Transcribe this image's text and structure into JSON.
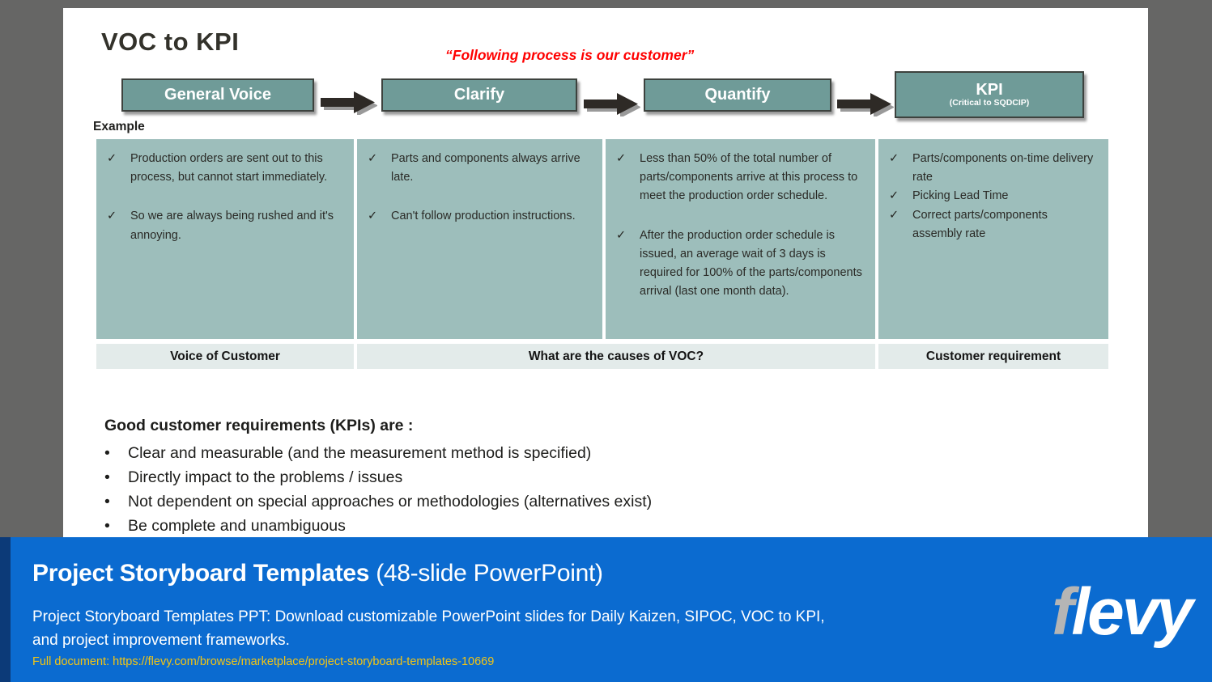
{
  "icons": {
    "check": "✓",
    "bullet": "•"
  },
  "colors": {
    "background_gray": "#666665",
    "step_teal": "#6f9b98",
    "cell_teal": "#9dbebb",
    "footer_row": "#e3ebea",
    "quote_red": "#ff0000",
    "banner_blue": "#0b6bd0",
    "banner_navy": "#0c3a78",
    "link_yellow": "#f3c513",
    "logo_gray": "#b5b5b5"
  },
  "slide": {
    "title": "VOC to KPI",
    "quote": "“Following process is our customer”",
    "example_label": "Example",
    "process_steps": [
      {
        "label": "General Voice"
      },
      {
        "label": "Clarify"
      },
      {
        "label": "Quantify"
      },
      {
        "label": "KPI",
        "sublabel": "(Critical to SQDCIP)"
      }
    ],
    "table": {
      "columns": [
        {
          "items": [
            "Production orders are sent out to this process, but cannot start immediately.",
            "So we are always being rushed and it's annoying."
          ]
        },
        {
          "items": [
            "Parts and components always arrive late.",
            "Can't follow production instructions."
          ]
        },
        {
          "items": [
            "Less than 50% of the total number of parts/components arrive at this process to meet the production order schedule.",
            "After the production order schedule is issued, an average wait of 3 days is required for 100% of the parts/components arrival (last one month data)."
          ]
        },
        {
          "items": [
            "Parts/components on-time delivery rate",
            "Picking Lead Time",
            "Correct parts/components assembly rate"
          ]
        }
      ],
      "footer": [
        "Voice of Customer",
        "What are the causes of VOC?",
        "Customer requirement"
      ]
    },
    "kpi_note": {
      "title": "Good customer requirements (KPIs) are :",
      "bullets": [
        "Clear and measurable (and the measurement method is specified)",
        "Directly impact to the problems / issues",
        "Not dependent on special approaches or methodologies (alternatives exist)",
        "Be complete and unambiguous"
      ]
    }
  },
  "banner": {
    "title_bold": "Project Storyboard Templates",
    "title_rest": " (48-slide PowerPoint)",
    "description_line1": "Project Storyboard Templates PPT: Download customizable PowerPoint slides for Daily Kaizen, SIPOC, VOC to KPI,",
    "description_line2": "and project improvement frameworks.",
    "link_label": "Full document: https://flevy.com/browse/marketplace/project-storyboard-templates-10669",
    "logo_f": "f",
    "logo_rest": "levy"
  }
}
